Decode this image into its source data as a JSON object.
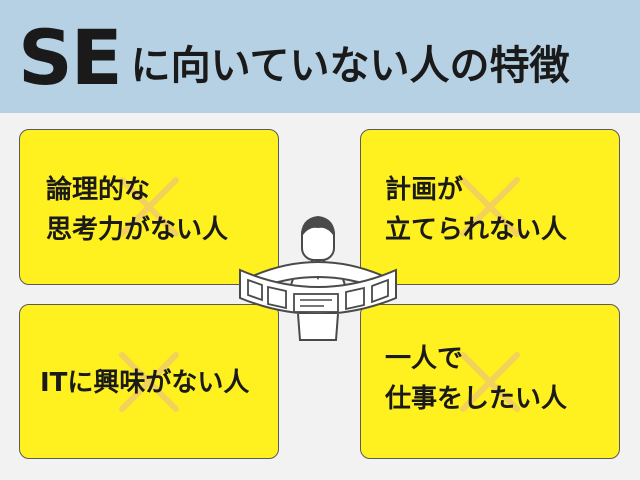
{
  "title": {
    "main": "SE",
    "sub": "に向いていない人の特徴"
  },
  "cards": [
    {
      "lines": [
        "論理的な",
        "思考力がない人"
      ]
    },
    {
      "lines": [
        "計画が",
        "立てられない人"
      ]
    },
    {
      "lines": [
        "ITに興味がない人"
      ]
    },
    {
      "lines": [
        "一人で",
        "仕事をしたい人"
      ]
    }
  ],
  "colors": {
    "header_bg": "#b6d1e4",
    "card_bg": "#fff01f",
    "cross": "#f2d25a",
    "page_bg": "#f2f2f3"
  },
  "icons": {
    "center": "person-with-screens-icon",
    "card_mark": "cross-icon"
  }
}
